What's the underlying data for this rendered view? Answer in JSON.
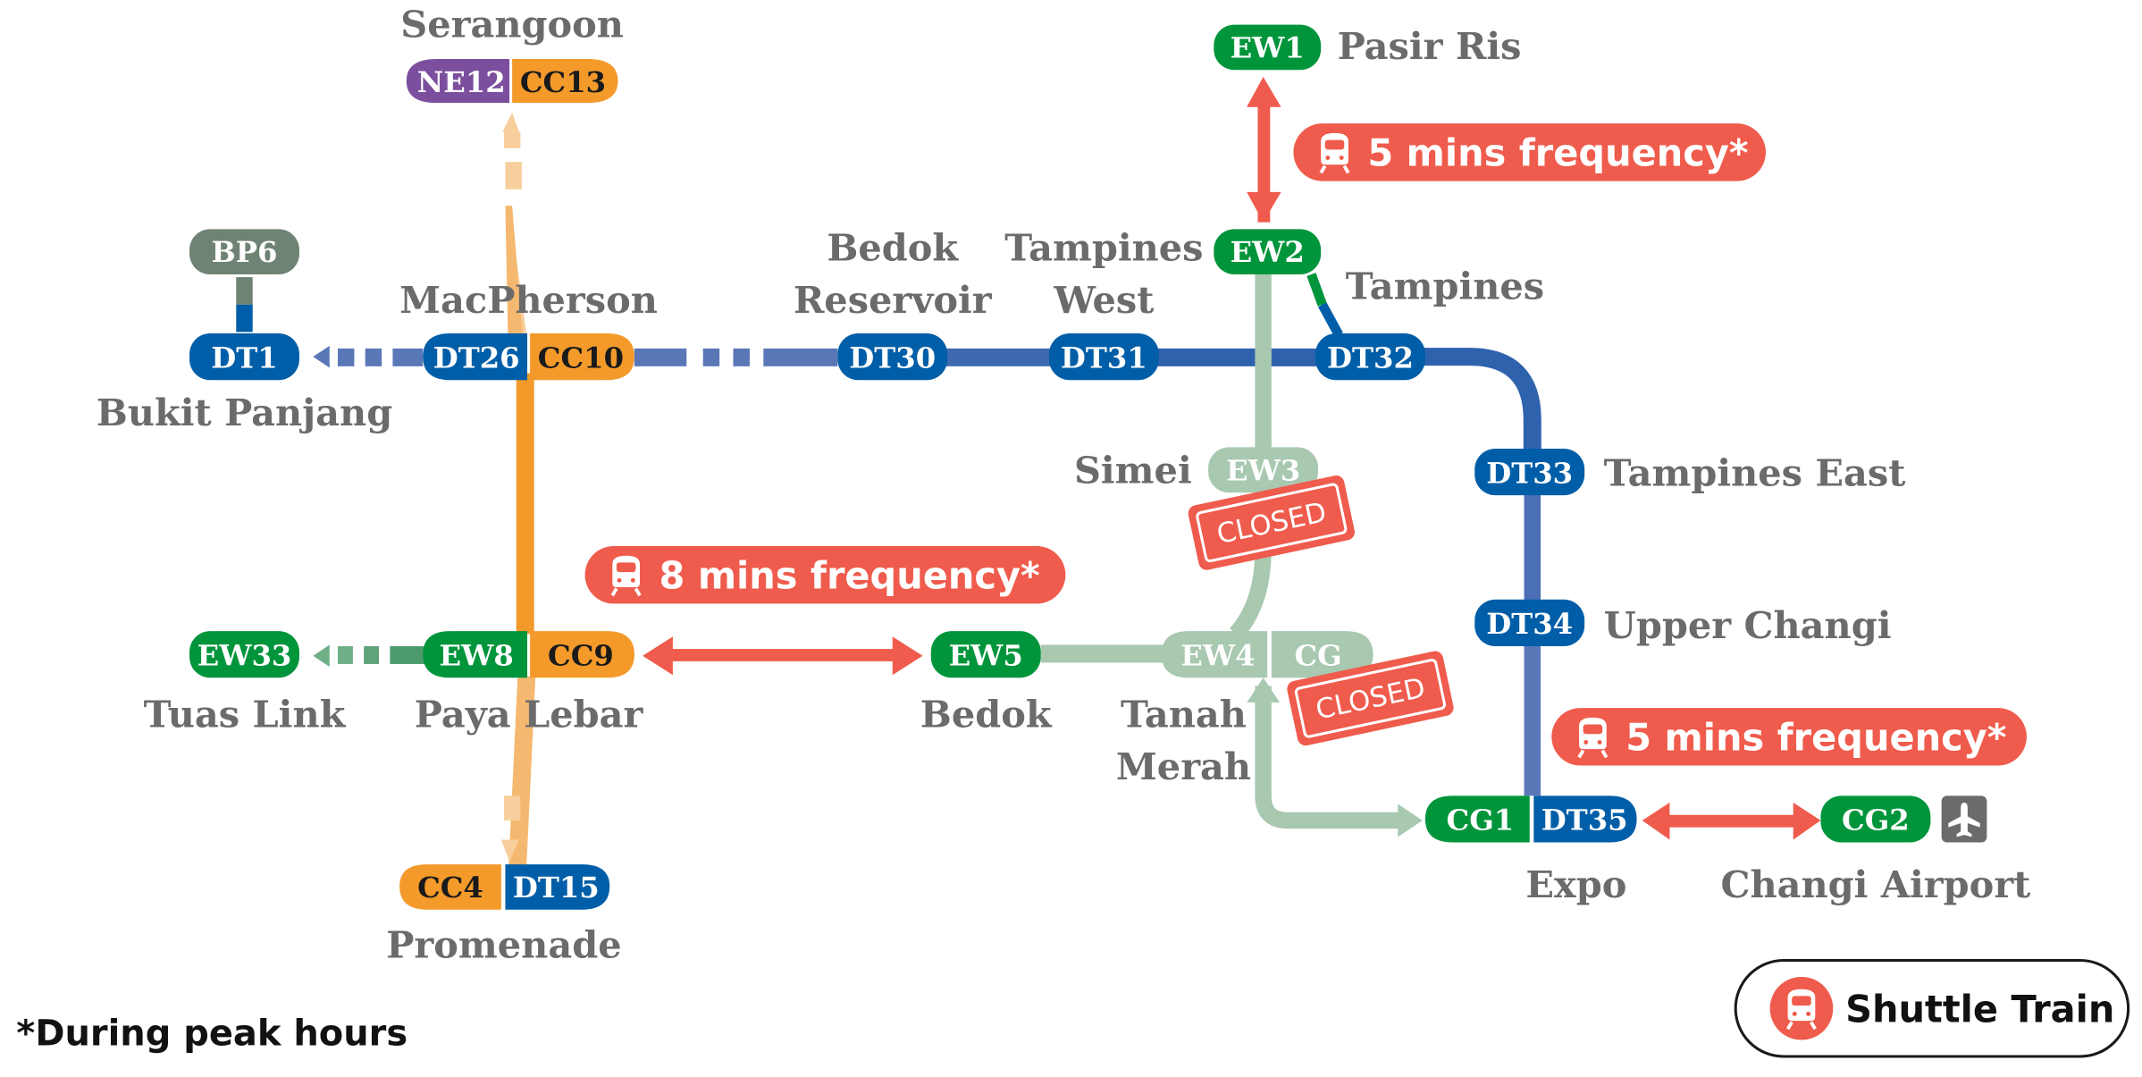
{
  "colors": {
    "ew": "#00953b",
    "ew_closed": "#a8c8b0",
    "dt": "#005ea8",
    "dt_line": "#5a78b8",
    "cc": "#f39a2b",
    "cc_light": "#f8cf9c",
    "ne": "#7b4f9e",
    "bp": "#6f8374",
    "shuttle": "#ef5b4c",
    "label": "#6b6b6b",
    "airport": "#6b6b6b"
  },
  "stations": {
    "serangoon": {
      "name": "Serangoon",
      "codes": [
        "NE12",
        "CC13"
      ]
    },
    "pasir_ris": {
      "name": "Pasir Ris",
      "codes": [
        "EW1"
      ]
    },
    "bp6": {
      "codes": [
        "BP6"
      ]
    },
    "bukit_panjang": {
      "name": "Bukit Panjang",
      "codes": [
        "DT1"
      ]
    },
    "macpherson": {
      "name": "MacPherson",
      "codes": [
        "DT26",
        "CC10"
      ]
    },
    "bedok_reservoir": {
      "name_line1": "Bedok",
      "name_line2": "Reservoir",
      "codes": [
        "DT30"
      ]
    },
    "tampines_west": {
      "name_line1": "Tampines",
      "name_line2": "West",
      "codes": [
        "DT31"
      ]
    },
    "tampines": {
      "name": "Tampines",
      "codes": [
        "EW2",
        "DT32"
      ]
    },
    "simei": {
      "name": "Simei",
      "codes": [
        "EW3"
      ]
    },
    "tampines_east": {
      "name": "Tampines East",
      "codes": [
        "DT33"
      ]
    },
    "upper_changi": {
      "name": "Upper Changi",
      "codes": [
        "DT34"
      ]
    },
    "tuas_link": {
      "name": "Tuas Link",
      "codes": [
        "EW33"
      ]
    },
    "paya_lebar": {
      "name": "Paya Lebar",
      "codes": [
        "EW8",
        "CC9"
      ]
    },
    "bedok": {
      "name": "Bedok",
      "codes": [
        "EW5"
      ]
    },
    "tanah_merah": {
      "name_line1": "Tanah",
      "name_line2": "Merah",
      "codes": [
        "EW4",
        "CG"
      ]
    },
    "expo": {
      "name": "Expo",
      "codes": [
        "CG1",
        "DT35"
      ]
    },
    "changi_airport": {
      "name": "Changi Airport",
      "codes": [
        "CG2"
      ]
    },
    "promenade": {
      "name": "Promenade",
      "codes": [
        "CC4",
        "DT15"
      ]
    }
  },
  "shuttles": [
    {
      "label": "5 mins frequency*",
      "between": "Pasir Ris – Tampines"
    },
    {
      "label": "8 mins frequency*",
      "between": "Paya Lebar – Bedok"
    },
    {
      "label": "5 mins frequency*",
      "between": "Expo – Changi Airport"
    }
  ],
  "closed_label": "CLOSED",
  "legend": {
    "label": "Shuttle Train",
    "icon": "train-icon"
  },
  "footnote": "*During peak hours"
}
